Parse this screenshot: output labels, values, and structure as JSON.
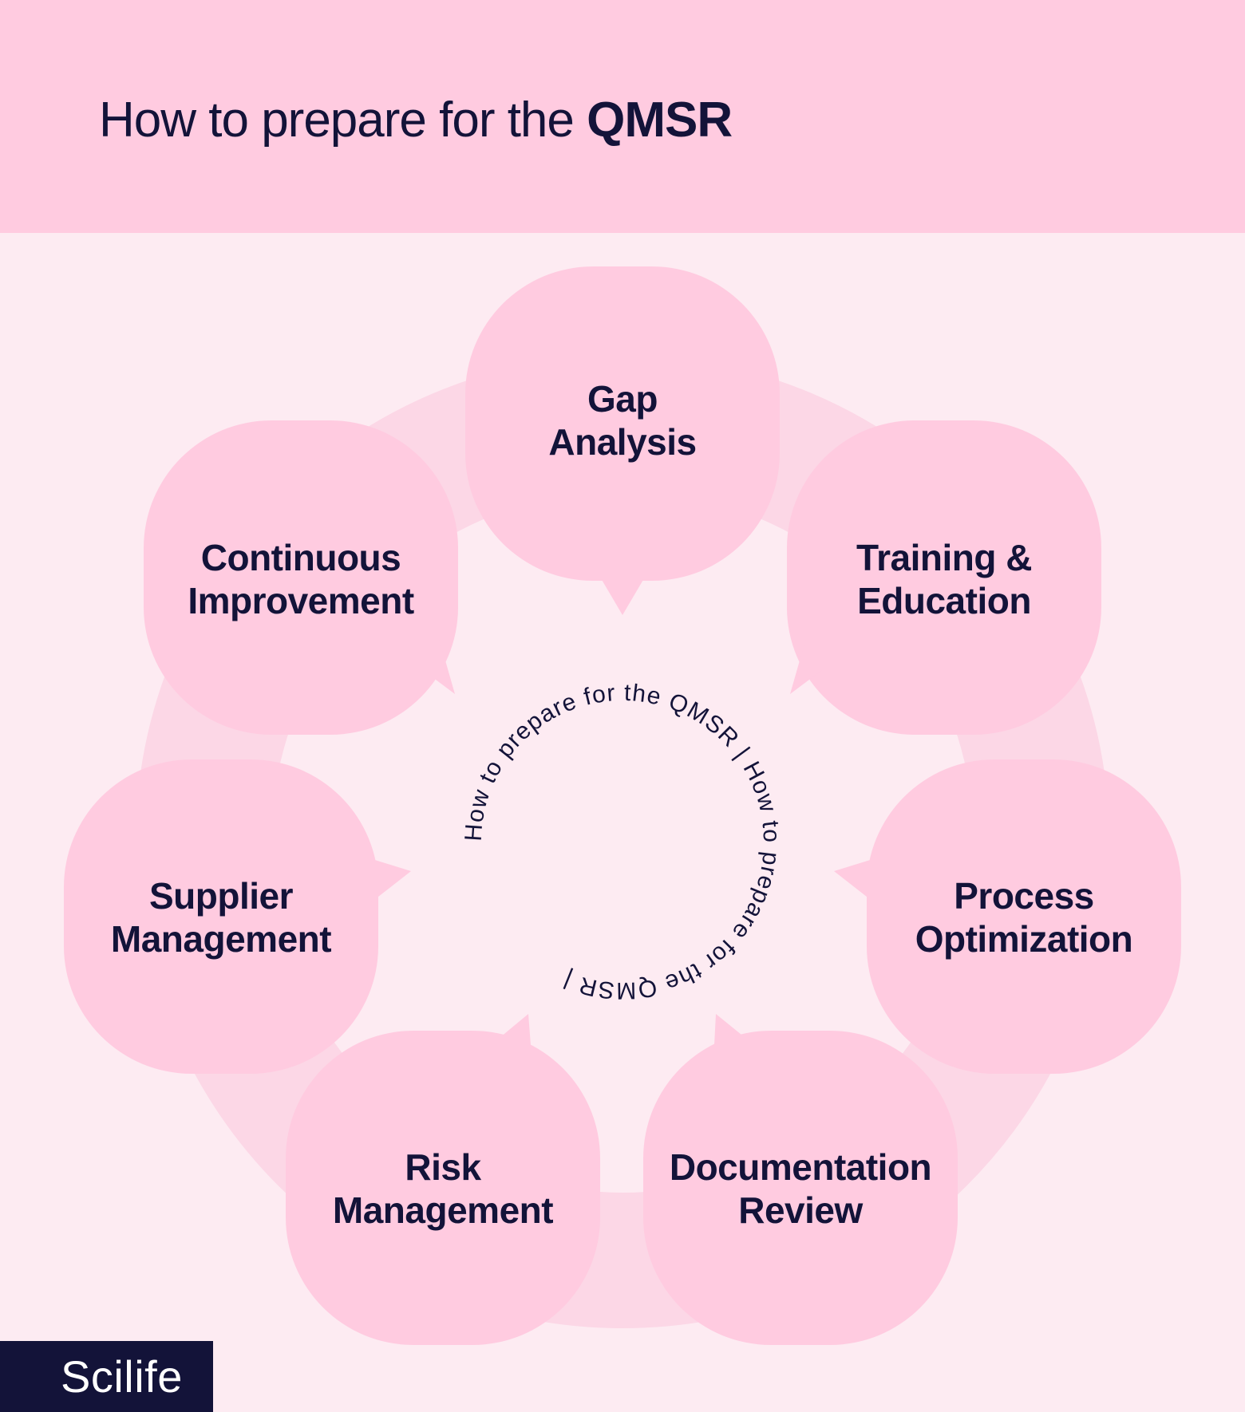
{
  "header": {
    "title_light": "How to prepare for the",
    "title_bold": "QMSR"
  },
  "center": {
    "ring_text": "How to prepare for the QMSR | How to prepare for the QMSR | "
  },
  "nodes": [
    {
      "line1": "Gap",
      "line2": "Analysis"
    },
    {
      "line1": "Training &",
      "line2": "Education"
    },
    {
      "line1": "Process",
      "line2": "Optimization"
    },
    {
      "line1": "Documentation",
      "line2": "Review"
    },
    {
      "line1": "Risk",
      "line2": "Management"
    },
    {
      "line1": "Supplier",
      "line2": "Management"
    },
    {
      "line1": "Continuous",
      "line2": "Improvement"
    }
  ],
  "colors": {
    "header_bg": "#ffcbe0",
    "page_bg": "#fdebf2",
    "ring": "#fcd7e6",
    "bubble": "#ffcbe0",
    "text": "#131339",
    "brand_bg": "#131339"
  },
  "brand": {
    "name": "Scilife"
  }
}
